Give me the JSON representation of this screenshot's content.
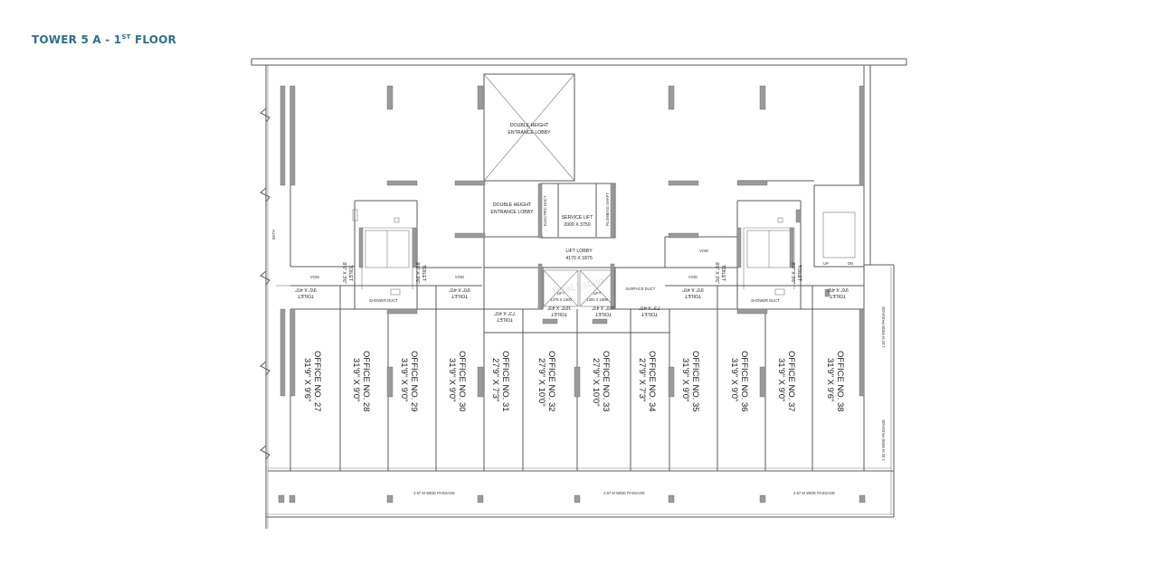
{
  "header": {
    "title_main": "TOWER 5 A - 1",
    "title_sup": "ST",
    "title_tail": " FLOOR"
  },
  "lobby": {
    "dh_top_1": "DOUBLE HEIGHT",
    "dh_top_2": "ENTRANCE LOBBY",
    "dh_low_1": "DOUBLE HEIGHT",
    "dh_low_2": "ENTRANCE LOBBY",
    "service_lift_1": "SERVICE LIFT",
    "service_lift_2": "2000 X 3750",
    "lift_lobby_1": "LIFT LOBBY",
    "lift_lobby_2": "4170 X 1875",
    "electric_duct": "ELECTRIC DUCT",
    "plumbing_shaft": "PLUMBING SHAFT",
    "lift": "LIFT",
    "lift_size": "1375 X 1300",
    "lift_size_2": "1300 X 1888",
    "surface_duct": "SURFACE DUCT"
  },
  "misc": {
    "void": "VOID",
    "shower": "SHOWER DUCT",
    "up": "UP",
    "dn": "DN",
    "bath_left": "BATH",
    "passage_1": "2.57 M WIDE PASSAGE",
    "passage_2": "2.57 M WIDE PASSAGE",
    "passage_3": "2.57 M WIDE PASSAGE",
    "side_passage_1": "1.52 M WIDE PASSAGE",
    "side_passage_2": "1.52 M WIDE PASSAGE",
    "watermark": "ReaLEstate"
  },
  "toilets": [
    {
      "label": "TOILET",
      "size": "9'6\" X 4'0\""
    },
    {
      "label": "TOILET",
      "size": "8'6\" X 3'6\""
    },
    {
      "label": "TOILET",
      "size": "8'6\" X 3'6\""
    },
    {
      "label": "TOILET",
      "size": "9'0\" X 4'0\""
    },
    {
      "label": "TOILET",
      "size": "7'3\" X 4'0\""
    },
    {
      "label": "TOILET",
      "size": "10'0\" X 4'0\""
    },
    {
      "label": "TOILET",
      "size": "10'0\" X 4'0\""
    },
    {
      "label": "TOILET",
      "size": "7'3\" X 4'0\""
    },
    {
      "label": "TOILET",
      "size": "9'0\" X 4'0\""
    },
    {
      "label": "TOILET",
      "size": "8'6\" X 3'6\""
    },
    {
      "label": "TOILET",
      "size": "8'6\" X 3'6\""
    },
    {
      "label": "TOILET",
      "size": "9'6\" X 4'0\""
    }
  ],
  "offices": [
    {
      "name": "OFFICE NO. 27",
      "size": "31'9\" X 9'6\""
    },
    {
      "name": "OFFICE NO. 28",
      "size": "31'9\" X 9'0\""
    },
    {
      "name": "OFFICE NO. 29",
      "size": "31'9\" X 9'0\""
    },
    {
      "name": "OFFICE NO. 30",
      "size": "31'9\" X 9'0\""
    },
    {
      "name": "OFFICE NO. 31",
      "size": "27'9\" X 7'3\""
    },
    {
      "name": "OFFICE NO. 32",
      "size": "27'9\" X 10'0\""
    },
    {
      "name": "OFFICE NO. 33",
      "size": "27'9\" X 10'0\""
    },
    {
      "name": "OFFICE NO. 34",
      "size": "27'9\" X 7'3\""
    },
    {
      "name": "OFFICE NO. 35",
      "size": "31'9\" X 9'0\""
    },
    {
      "name": "OFFICE NO. 36",
      "size": "31'9\" X 9'0\""
    },
    {
      "name": "OFFICE NO. 37",
      "size": "31'9\" X 9'0\""
    },
    {
      "name": "OFFICE NO. 38",
      "size": "31'9\" X 9'6\""
    }
  ]
}
